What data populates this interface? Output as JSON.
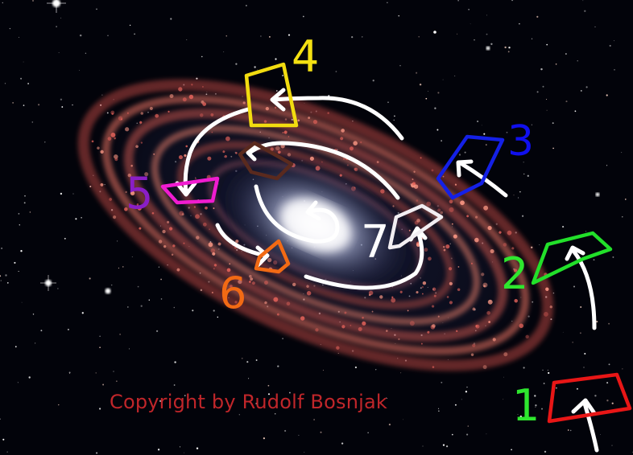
{
  "copyright": "Copyright by Rudolf Bosnjak",
  "colors": {
    "copyright": "#c0262a",
    "label_1": "#2ee62e",
    "label_2": "#2ee62e",
    "label_3": "#1010ee",
    "label_4": "#f4e012",
    "label_5": "#8a1ec6",
    "label_6": "#f26a14",
    "label_7": "#ffffff",
    "box_1": "#e81616",
    "box_2": "#22e02a",
    "box_3": "#1420e6",
    "box_4": "#f2dc10",
    "box_5": "#f01cd0",
    "box_6": "#f26a14",
    "box_7": "#f2eef2",
    "box_center": "#5a2a1e",
    "arrows": "#ffffff"
  },
  "labels": [
    {
      "text": "1"
    },
    {
      "text": "2"
    },
    {
      "text": "3"
    },
    {
      "text": "4"
    },
    {
      "text": "5"
    },
    {
      "text": "6"
    },
    {
      "text": "7"
    }
  ]
}
